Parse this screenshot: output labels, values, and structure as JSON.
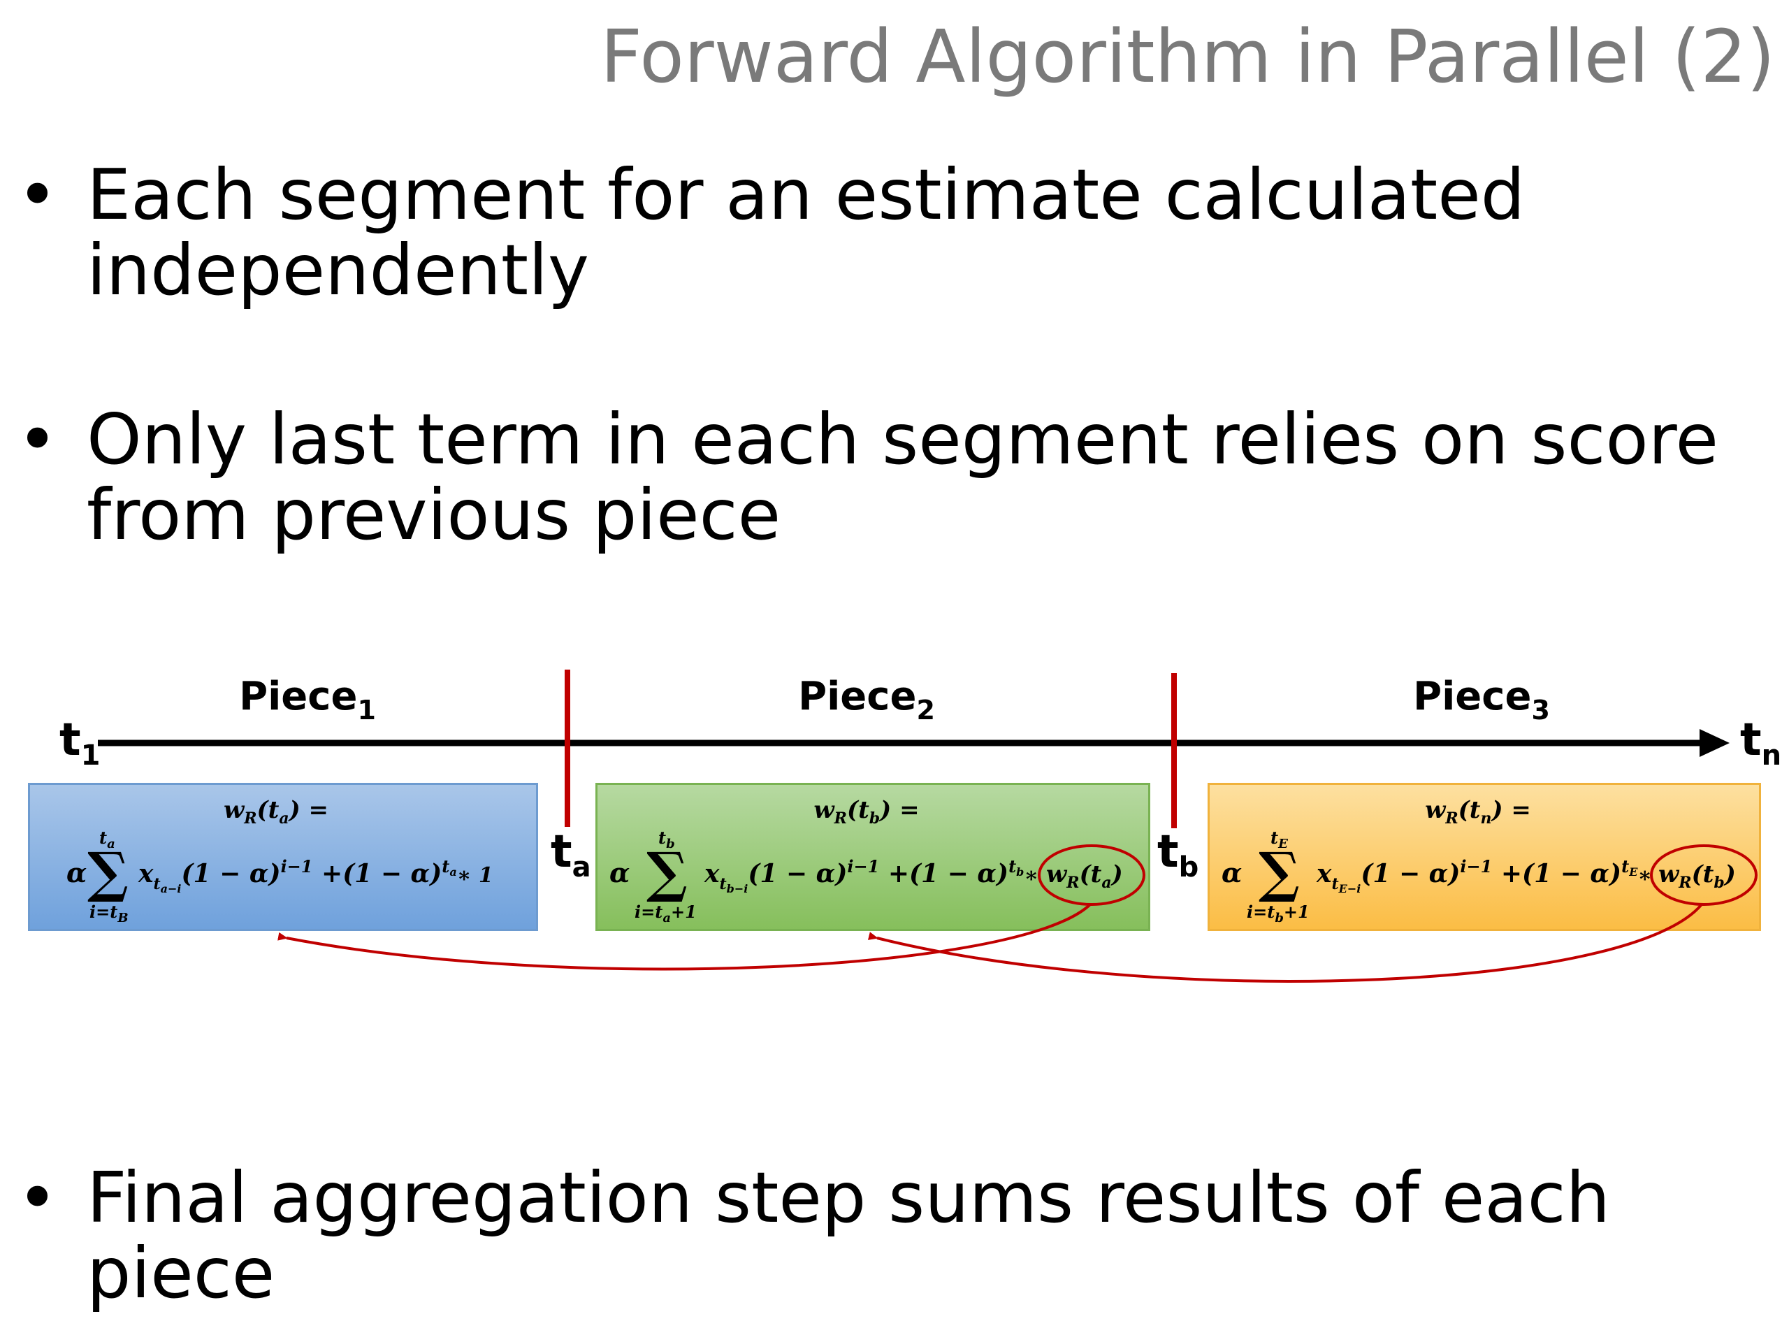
{
  "title": "Forward Algorithm in Parallel (2)",
  "bullets": [
    {
      "symbol": "•",
      "text": "Each segment for an estimate calculated independently"
    },
    {
      "symbol": "•",
      "text": "Only last term in each segment relies on score from previous piece"
    },
    {
      "symbol": "•",
      "text": "Final aggregation step sums results of each piece"
    }
  ],
  "diagram": {
    "timeline": {
      "start_label": "t",
      "start_sub": "1",
      "end_label": "t",
      "end_sub": "n"
    },
    "boundaries": [
      {
        "label": "t",
        "sub": "a"
      },
      {
        "label": "t",
        "sub": "b"
      }
    ],
    "pieces": [
      {
        "name": "Piece",
        "sub": "1",
        "formula": {
          "lhs_w": "w",
          "lhs_R": "R",
          "lhs_arg_t": "t",
          "lhs_arg_sub": "a",
          "eq": "=",
          "alpha": "α",
          "sigma": "∑",
          "upper_t": "t",
          "upper_sub": "a",
          "lower": "i=t",
          "lower_sub": "B",
          "x": "x",
          "x_sub": "t",
          "x_subsub": "a−i",
          "term": "(1 − α)",
          "term_exp": "i−1",
          "plus": "+(1 − α)",
          "plus_exp_t": "t",
          "plus_exp_sub": "a",
          "tail": "∗ 1"
        }
      },
      {
        "name": "Piece",
        "sub": "2",
        "formula": {
          "lhs_w": "w",
          "lhs_R": "R",
          "lhs_arg_t": "t",
          "lhs_arg_sub": "b",
          "eq": "=",
          "alpha": "α",
          "sigma": "∑",
          "upper_t": "t",
          "upper_sub": "b",
          "lower": "i=t",
          "lower_sub": "a",
          "lower_tail": "+1",
          "x": "x",
          "x_sub": "t",
          "x_subsub": "b−i",
          "term": "(1 − α)",
          "term_exp": "i−1",
          "plus": "+(1 − α)",
          "plus_exp_t": "t",
          "plus_exp_sub": "b",
          "tail": "∗",
          "dep_w": "w",
          "dep_R": "R",
          "dep_t": "t",
          "dep_sub": "a"
        }
      },
      {
        "name": "Piece",
        "sub": "3",
        "formula": {
          "lhs_w": "w",
          "lhs_R": "R",
          "lhs_arg_t": "t",
          "lhs_arg_sub": "n",
          "eq": "=",
          "alpha": "α",
          "sigma": "∑",
          "upper_t": "t",
          "upper_sub": "E",
          "lower": "i=t",
          "lower_sub": "b",
          "lower_tail": "+1",
          "x": "x",
          "x_sub": "t",
          "x_subsub": "E−i",
          "term": "(1 − α)",
          "term_exp": "i−1",
          "plus": "+(1 − α)",
          "plus_exp_t": "t",
          "plus_exp_sub": "E",
          "tail": "∗",
          "dep_w": "w",
          "dep_R": "R",
          "dep_t": "t",
          "dep_sub": "b"
        }
      }
    ],
    "colors": {
      "piece1": "#8db4e3",
      "piece2": "#9fcc7f",
      "piece3": "#fcc96a",
      "boundary": "#c00000",
      "arrow": "#c00000",
      "axis": "#000000",
      "title": "#7a7a7a"
    }
  }
}
